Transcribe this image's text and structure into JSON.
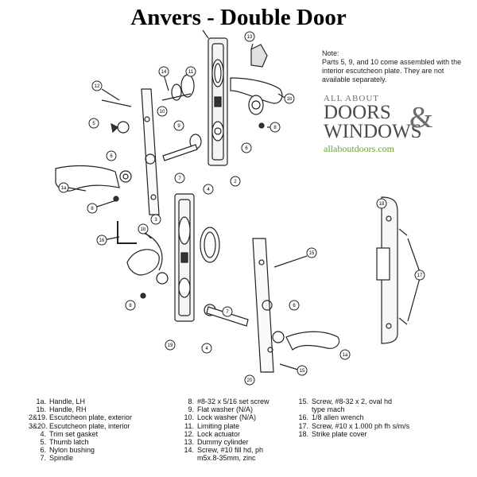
{
  "title": "Anvers - Double Door",
  "note": {
    "heading": "Note:",
    "text": "Parts 5, 9, and 10 come assembled with the interior escutcheon plate. They are not available separately."
  },
  "logo": {
    "line1": "ALL ABOUT",
    "line2": "DOORS",
    "amp": "&",
    "line3": "WINDOWS",
    "url": "allaboutdoors.com"
  },
  "callouts": [
    "1a",
    "1b",
    "2",
    "3",
    "4",
    "5",
    "6",
    "7",
    "8",
    "9",
    "10",
    "11",
    "12",
    "13",
    "14",
    "15",
    "16",
    "17",
    "18",
    "19",
    "20"
  ],
  "parts_col1": [
    {
      "num": "1a.",
      "desc": "Handle, LH"
    },
    {
      "num": "1b.",
      "desc": "Handle, RH"
    },
    {
      "num": "2&19.",
      "desc": "Escutcheon plate, exterior"
    },
    {
      "num": "3&20.",
      "desc": "Escutcheon plate, interior"
    },
    {
      "num": "4.",
      "desc": "Trim set gasket"
    },
    {
      "num": "5.",
      "desc": "Thumb latch"
    },
    {
      "num": "6.",
      "desc": "Nylon bushing"
    },
    {
      "num": "7.",
      "desc": "Spindle"
    }
  ],
  "parts_col2": [
    {
      "num": "8.",
      "desc": "#8-32 x 5/16 set screw"
    },
    {
      "num": "9.",
      "desc": "Flat washer (N/A)"
    },
    {
      "num": "10.",
      "desc": "Lock washer (N/A)"
    },
    {
      "num": "11.",
      "desc": "Limiting plate"
    },
    {
      "num": "12.",
      "desc": "Lock actuator"
    },
    {
      "num": "13.",
      "desc": "Dummy cylinder"
    },
    {
      "num": "14.",
      "desc": "Screw, #10 fill hd, ph"
    },
    {
      "num": "",
      "desc": "m5x.8-35mm, zinc"
    }
  ],
  "parts_col3": [
    {
      "num": "15.",
      "desc": "Screw, #8-32 x 2, oval hd"
    },
    {
      "num": "",
      "desc": "type mach"
    },
    {
      "num": "16.",
      "desc": "1/8 allen wrench"
    },
    {
      "num": "17.",
      "desc": "Screw, #10 x 1.000 ph fh s/m/s"
    },
    {
      "num": "18.",
      "desc": "Strike plate cover"
    }
  ]
}
